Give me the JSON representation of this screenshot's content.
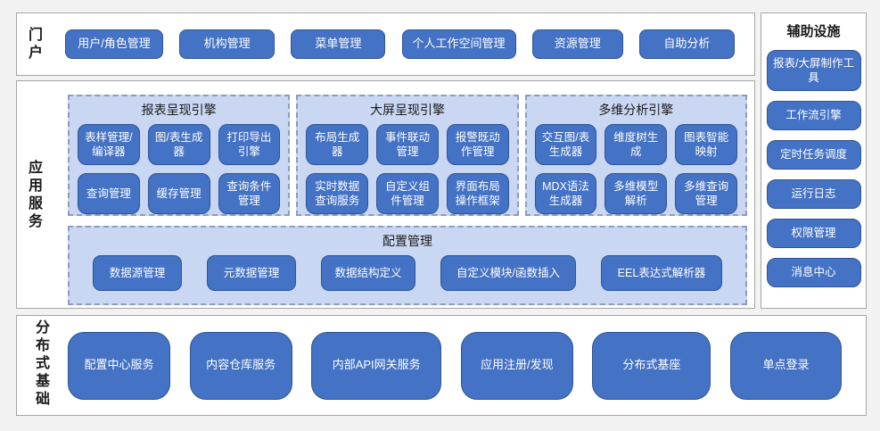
{
  "colors": {
    "page_bg": "#f2f2f2",
    "panel_bg": "#ffffff",
    "panel_border": "#a6a6a6",
    "btn_bg": "#4472c4",
    "btn_border": "#2f5597",
    "btn_text": "#ffffff",
    "engine_bg": "#c9d7f3",
    "engine_border": "#8c9cc0",
    "text_dark": "#1a1a1a"
  },
  "portal": {
    "label": "门户",
    "buttons": [
      "用户/角色管理",
      "机构管理",
      "菜单管理",
      "个人工作空间管理",
      "资源管理",
      "自助分析"
    ]
  },
  "app_services": {
    "label": "应用服务",
    "engines": [
      {
        "title": "报表呈现引擎",
        "buttons": [
          "表样管理/编译器",
          "图/表生成器",
          "打印导出引擎",
          "查询管理",
          "缓存管理",
          "查询条件管理"
        ]
      },
      {
        "title": "大屏呈现引擎",
        "buttons": [
          "布局生成器",
          "事件联动管理",
          "报警既动作管理",
          "实时数据查询服务",
          "自定义组件管理",
          "界面布局操作框架"
        ]
      },
      {
        "title": "多维分析引擎",
        "buttons": [
          "交互图/表生成器",
          "维度树生成",
          "图表智能映射",
          "MDX语法生成器",
          "多维模型解析",
          "多维查询管理"
        ]
      }
    ],
    "config": {
      "title": "配置管理",
      "buttons": [
        "数据源管理",
        "元数据管理",
        "数据结构定义",
        "自定义模块/函数插入",
        "EEL表达式解析器"
      ]
    }
  },
  "auxiliary": {
    "title": "辅助设施",
    "buttons": [
      "报表/大屏制作工具",
      "工作流引擎",
      "定时任务调度",
      "运行日志",
      "权限管理",
      "消息中心"
    ]
  },
  "distributed": {
    "label": "分布式基础",
    "buttons": [
      "配置中心服务",
      "内容仓库服务",
      "内部API网关服务",
      "应用注册/发现",
      "分布式基座",
      "单点登录"
    ]
  }
}
